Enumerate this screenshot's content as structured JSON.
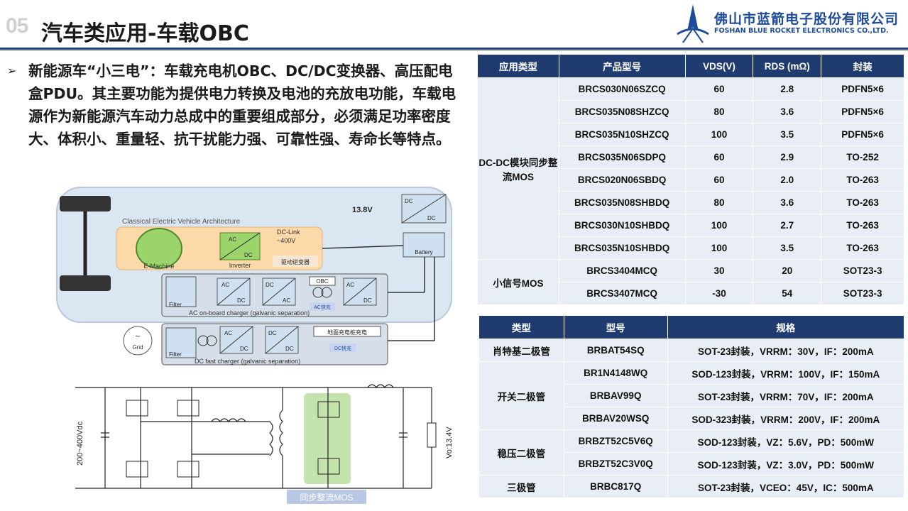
{
  "header": {
    "section_number": "05",
    "title": "汽车类应用-车载OBC",
    "company_cn": "佛山市蓝箭电子股份有限公司",
    "company_en": "FOSHAN BLUE ROCKET ELECTRONICS CO.,LTD."
  },
  "bullet": {
    "marker": "➢",
    "text": "新能源车“小三电”：车载充电机OBC、DC/DC变换器、高压配电盒PDU。其主要功能为提供电力转换及电池的充放电功能，车载电源作为新能源汽车动力总成中的重要组成部分，必须满足功率密度大、体积小、重量轻、抗干扰能力强、可靠性强、寿命长等特点。"
  },
  "diagram": {
    "arch_title": "Classical Electric Vehicle Architecture",
    "emachine": "E-Machine",
    "inverter": "Inverter",
    "dclink_1": "DC-Link",
    "dclink_2": "~400V",
    "drive_inverter": "驱动逆变器",
    "v138": "13.8V",
    "battery": "Battery",
    "ac": "AC",
    "dc": "DC",
    "obc": "OBC",
    "filter": "Filter",
    "ac_charger": "AC on-board charger (galvanic separation)",
    "ac_tag": "AC快充",
    "grid": "Grid",
    "ground_charger": "地面充电桩充电",
    "dc_tag": "DC快充",
    "dc_charger": "DC fast charger (galvanic separation)"
  },
  "circuit": {
    "vin": "200~400Vdc",
    "vout": "Vo:13.4V",
    "sync_label": "同步整流MOS"
  },
  "table1": {
    "headers": [
      "应用类型",
      "产品型号",
      "VDS(V)",
      "RDS (mΩ)",
      "封装"
    ],
    "group1": "DC-DC模块同步整流MOS",
    "group2": "小信号MOS",
    "rows": [
      [
        "BRCS030N06SZCQ",
        "60",
        "2.8",
        "PDFN5×6"
      ],
      [
        "BRCS035N08SHZCQ",
        "80",
        "3.6",
        "PDFN5×6"
      ],
      [
        "BRCS035N10SHZCQ",
        "100",
        "3.5",
        "PDFN5×6"
      ],
      [
        "BRCS035N06SDPQ",
        "60",
        "2.9",
        "TO-252"
      ],
      [
        "BRCS020N06SBDQ",
        "60",
        "2.0",
        "TO-263"
      ],
      [
        "BRCS035N08SHBDQ",
        "80",
        "3.6",
        "TO-263"
      ],
      [
        "BRCS030N10SHBDQ",
        "100",
        "2.7",
        "TO-263"
      ],
      [
        "BRCS035N10SHBDQ",
        "100",
        "3.5",
        "TO-263"
      ],
      [
        "BRCS3404MCQ",
        "30",
        "20",
        "SOT23-3"
      ],
      [
        "BRCS3407MCQ",
        "-30",
        "54",
        "SOT23-3"
      ]
    ]
  },
  "table2": {
    "headers": [
      "类型",
      "型号",
      "规格"
    ],
    "types": [
      "肖特基二极管",
      "开关二极管",
      "稳压二极管",
      "三极管"
    ],
    "rows": [
      {
        "model": "BRBAT54SQ",
        "spec": "SOT-23封装，VRRM：30V，IF：200mA"
      },
      {
        "model": "BR1N4148WQ",
        "spec": "SOD-123封装，VRRM：100V，IF：150mA"
      },
      {
        "model": "BRBAV99Q",
        "spec": "SOT-23封装，VRRM：70V，IF：200mA"
      },
      {
        "model": "BRBAV20WSQ",
        "spec": "SOD-323封装，VRRM：200V，IF：200mA"
      },
      {
        "model": "BRBZT52C5V6Q",
        "spec": "SOD-123封装，VZ：5.6V，PD：500mW"
      },
      {
        "model": "BRBZT52C3V0Q",
        "spec": "SOD-123封装，VZ：3.0V，PD：500mW"
      },
      {
        "model": "BRBC817Q",
        "spec": "SOT-23封装，VCEO：45V，IC：500mA"
      }
    ]
  },
  "colors": {
    "header_blue": "#1f3b6f",
    "cell_bg": "#e9edf5",
    "brand_blue": "#1d4b9a"
  }
}
